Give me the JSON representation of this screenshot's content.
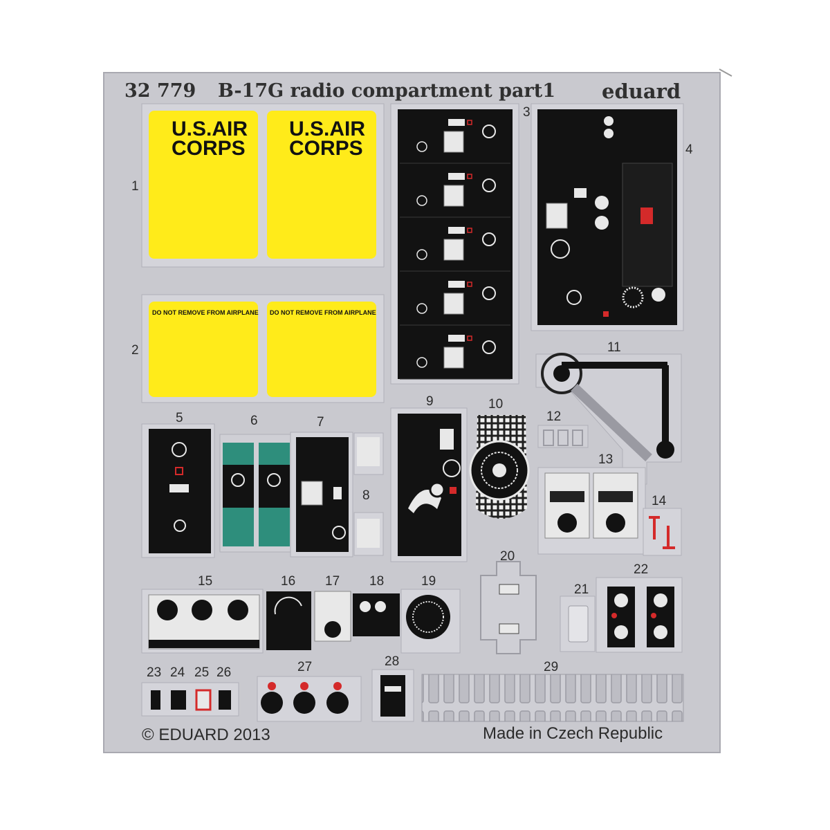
{
  "header": {
    "kit_number": "32 779",
    "title": "B-17G radio compartment part1",
    "brand": "eduard"
  },
  "placards": {
    "air_corps_line1": "U.S.AIR",
    "air_corps_line2": "CORPS",
    "do_not_remove": "DO NOT REMOVE FROM AIRPLANE"
  },
  "part_numbers": [
    "1",
    "2",
    "3",
    "4",
    "5",
    "6",
    "7",
    "8",
    "9",
    "10",
    "11",
    "12",
    "13",
    "14",
    "15",
    "16",
    "17",
    "18",
    "19",
    "20",
    "21",
    "22",
    "23",
    "24",
    "25",
    "26",
    "27",
    "28",
    "29"
  ],
  "footer": {
    "copyright": "© EDUARD 2013",
    "origin": "Made in Czech Republic"
  },
  "colors": {
    "fret": "#c9c9cf",
    "fret_edge": "#b2b2ba",
    "frame": "#d6d6dc",
    "placard_yellow": "#ffeb1a",
    "panel_black": "#121212",
    "instrument_white": "#e8e8e8",
    "accent_red": "#d42a2a",
    "panel_green": "#2e8e7c"
  }
}
